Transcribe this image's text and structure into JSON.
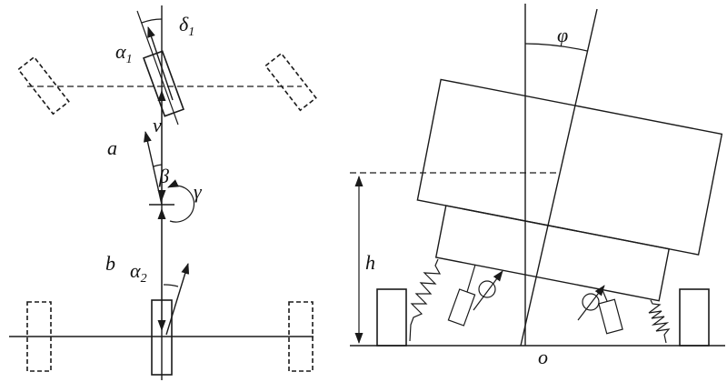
{
  "figure": {
    "background": "#ffffff",
    "line_color": "#1a1a1a"
  },
  "left": {
    "labels": {
      "delta1_base": "δ",
      "delta1_sub": "1",
      "alpha1_base": "α",
      "alpha1_sub": "1",
      "a": "a",
      "v": "v",
      "beta": "β",
      "gamma": "γ",
      "b": "b",
      "alpha2_base": "α",
      "alpha2_sub": "2"
    }
  },
  "right": {
    "labels": {
      "phi": "φ",
      "h": "h",
      "o": "o"
    }
  }
}
